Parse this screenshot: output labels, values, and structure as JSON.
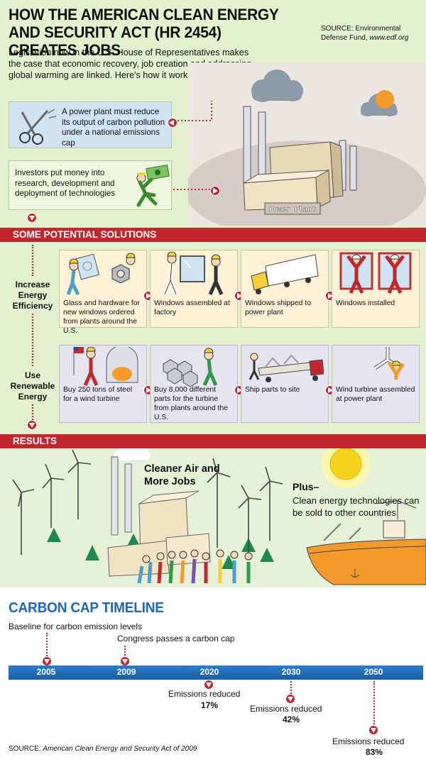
{
  "header": {
    "title": "HOW THE AMERICAN CLEAN ENERGY AND SECURITY ACT (HR 2454) CREATES JOBS",
    "source_label": "SOURCE: Environmental Defense Fund, ",
    "source_url": "www.edf.org",
    "intro": "Legislation now in the U.S. House of Representatives makes the case that economic recovery, job creation and addressing global warming are linked. Here's how it works:"
  },
  "steps": [
    {
      "text": "A power plant must reduce its output of carbon pollution under a national emissions cap",
      "icon": "scissors-icon"
    },
    {
      "text": "Investors put money into research, development and deployment of technologies",
      "icon": "money-icon"
    }
  ],
  "power_plant_sign": "Power Plant",
  "solutions": {
    "heading": "SOME POTENTIAL SOLUTIONS",
    "rows": [
      {
        "label": "Increase Energy Efficiency",
        "panels": [
          "Glass and hardware for new windows ordered from plants around the U.S.",
          "Windows assembled at factory",
          "Windows shipped to power plant",
          "Windows installed"
        ]
      },
      {
        "label": "Use Renewable Energy",
        "panels": [
          "Buy 250 tons of steel for a wind turbine",
          "Buy 8,000 different parts for the turbine from plants around the U.S.",
          "Ship parts to site",
          "Wind turbine assembled at power plant"
        ]
      }
    ]
  },
  "results": {
    "heading": "RESULTS",
    "main": "Cleaner Air and More Jobs",
    "plus_label": "Plus–",
    "plus_text": "Clean energy technologies can be sold to other countries"
  },
  "timeline": {
    "title": "CARBON CAP TIMELINE",
    "years": [
      "2005",
      "2009",
      "2020",
      "2030",
      "2050"
    ],
    "notes": [
      {
        "year": "2005",
        "text": "Baseline for carbon emission levels"
      },
      {
        "year": "2009",
        "text": "Congress passes a carbon cap"
      },
      {
        "year": "2020",
        "text": "Emissions reduced",
        "value": "17%"
      },
      {
        "year": "2030",
        "text": "Emissions reduced",
        "value": "42%"
      },
      {
        "year": "2050",
        "text": "Emissions reduced",
        "value": "83%"
      }
    ],
    "source_label": "SOURCE: ",
    "source_text": "American Clean Energy and Security Act of 2009"
  },
  "colors": {
    "accent_red": "#c1272d",
    "timeline_blue": "#1e68b3",
    "step_blue": "#cfe3f2",
    "step_green": "#eef6dc"
  }
}
